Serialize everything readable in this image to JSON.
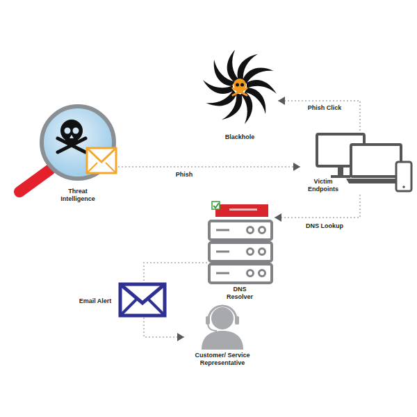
{
  "diagram": {
    "nodes": [
      {
        "text": [
          "Threat Intelligence"
        ]
      },
      {
        "text": [
          "Blackhole"
        ]
      },
      {
        "text": [
          "Victim Endpoints"
        ]
      },
      {
        "text": [
          "DNS Resolver"
        ]
      },
      {
        "text": [
          "Customer/ Service Representative"
        ]
      }
    ],
    "edges": [
      {
        "from": 0,
        "to": 2,
        "arrow": "to",
        "label": "Phish"
      },
      {
        "from": 2,
        "to": 1,
        "arrow": "to",
        "label": "Phish Click"
      },
      {
        "from": 2,
        "to": 3,
        "arrow": "to",
        "label": "DNS Lookup"
      },
      {
        "from": 3,
        "to": 4,
        "arrow": "to",
        "label": "Email Alert"
      }
    ]
  }
}
